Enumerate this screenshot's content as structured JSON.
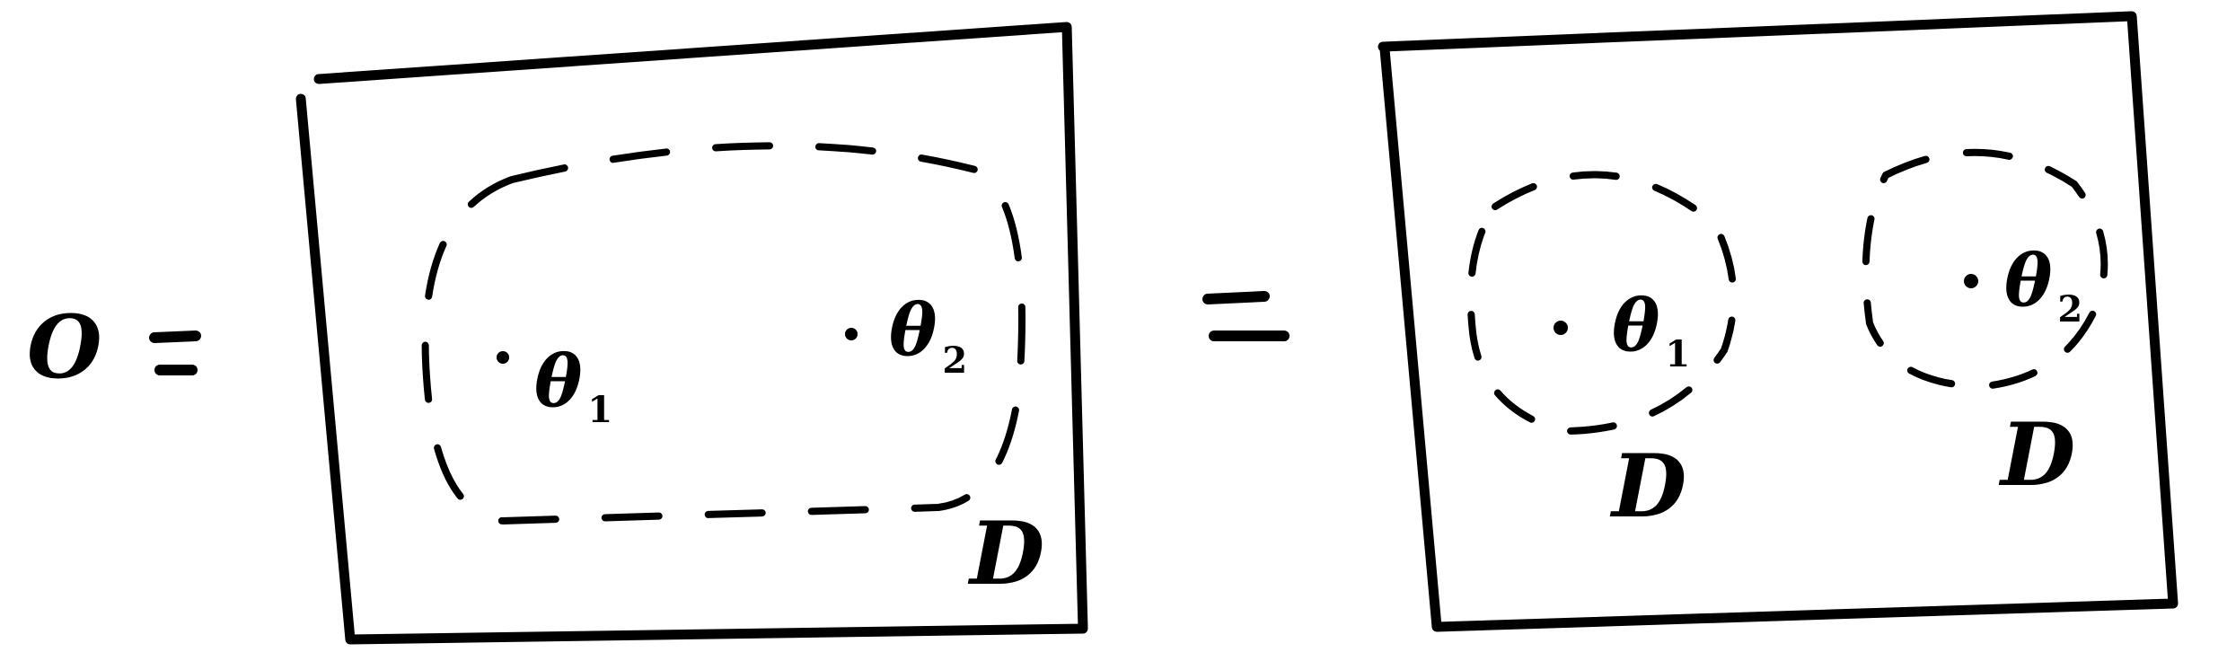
{
  "lhs": {
    "symbol": "O"
  },
  "left_panel": {
    "outer_label": "D",
    "points": [
      {
        "symbol": "θ",
        "subscript": "1"
      },
      {
        "symbol": "θ",
        "subscript": "2"
      }
    ]
  },
  "right_panel": {
    "components": [
      {
        "label": "D",
        "point": {
          "symbol": "θ",
          "subscript": "1"
        }
      },
      {
        "label": "D",
        "point": {
          "symbol": "θ",
          "subscript": "2"
        }
      }
    ]
  }
}
